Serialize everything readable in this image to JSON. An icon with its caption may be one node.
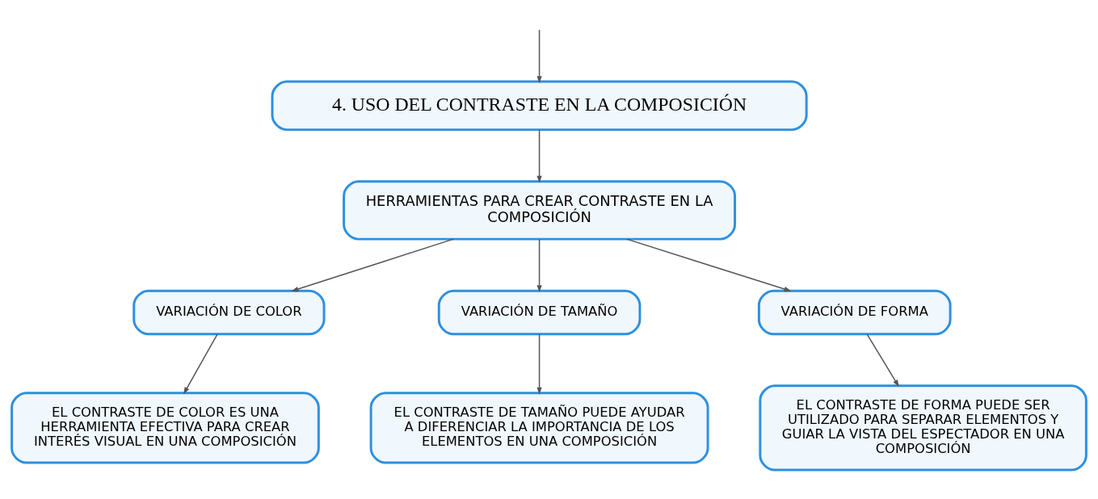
{
  "diagram": {
    "nodes": [
      {
        "text": [
          "4. USO DEL CONTRASTE EN LA COMPOSICIÓN"
        ]
      },
      {
        "text": [
          "HERRAMIENTAS PARA CREAR CONTRASTE EN LA COMPOSICIÓN"
        ]
      },
      {
        "text": [
          "VARIACIÓN DE COLOR"
        ]
      },
      {
        "text": [
          "VARIACIÓN DE TAMAÑO"
        ]
      },
      {
        "text": [
          "VARIACIÓN DE FORMA"
        ]
      },
      {
        "text": [
          "EL CONTRASTE DE COLOR ES UNA HERRAMIENTA EFECTIVA PARA CREAR INTERÉS VISUAL EN UNA COMPOSICIÓN"
        ]
      },
      {
        "text": [
          "EL CONTRASTE DE TAMAÑO PUEDE AYUDAR A DIFERENCIAR LA IMPORTANCIA DE LOS ELEMENTOS EN UNA COMPOSICIÓN"
        ]
      },
      {
        "text": [
          "EL CONTRASTE DE FORMA PUEDE SER UTILIZADO PARA SEPARAR ELEMENTOS Y GUIAR LA VISTA DEL ESPECTADOR EN UNA COMPOSICIÓN"
        ]
      }
    ],
    "edges": [
      {
        "from": null,
        "to": 0,
        "arrow": "to"
      },
      {
        "from": 0,
        "to": 1,
        "arrow": "to"
      },
      {
        "from": 1,
        "to": 2,
        "arrow": "to"
      },
      {
        "from": 1,
        "to": 3,
        "arrow": "to"
      },
      {
        "from": 1,
        "to": 4,
        "arrow": "to"
      },
      {
        "from": 2,
        "to": 5,
        "arrow": "to"
      },
      {
        "from": 3,
        "to": 6,
        "arrow": "to"
      },
      {
        "from": 4,
        "to": 7,
        "arrow": "to"
      }
    ]
  }
}
